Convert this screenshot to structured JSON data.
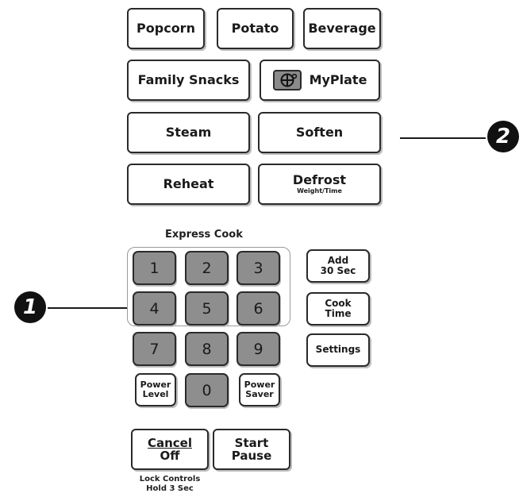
{
  "top_buttons": {
    "popcorn": "Popcorn",
    "potato": "Potato",
    "beverage": "Beverage",
    "family_snacks": "Family Snacks",
    "myplate": "MyPlate",
    "steam": "Steam",
    "soften": "Soften",
    "reheat": "Reheat",
    "defrost": "Defrost",
    "defrost_sub": "Weight/Time"
  },
  "express_cook_label": "Express Cook",
  "keypad": {
    "digits": [
      "1",
      "2",
      "3",
      "4",
      "5",
      "6",
      "7",
      "8",
      "9",
      "0"
    ],
    "power_level": [
      "Power",
      "Level"
    ],
    "power_saver": [
      "Power",
      "Saver"
    ]
  },
  "side_buttons": {
    "add": [
      "Add",
      "30 Sec"
    ],
    "cook_time": [
      "Cook",
      "Time"
    ],
    "settings": "Settings"
  },
  "bottom_buttons": {
    "cancel": "Cancel",
    "off": "Off",
    "start": "Start",
    "pause": "Pause"
  },
  "lock_caption": [
    "Lock Controls",
    "Hold 3 Sec"
  ],
  "callouts": {
    "one": "1",
    "two": "2"
  },
  "icons": {
    "myplate": "plate-icon"
  },
  "colors": {
    "key_fill": "#8e8e8e",
    "outline": "#2a2a2a",
    "callout": "#111111"
  }
}
